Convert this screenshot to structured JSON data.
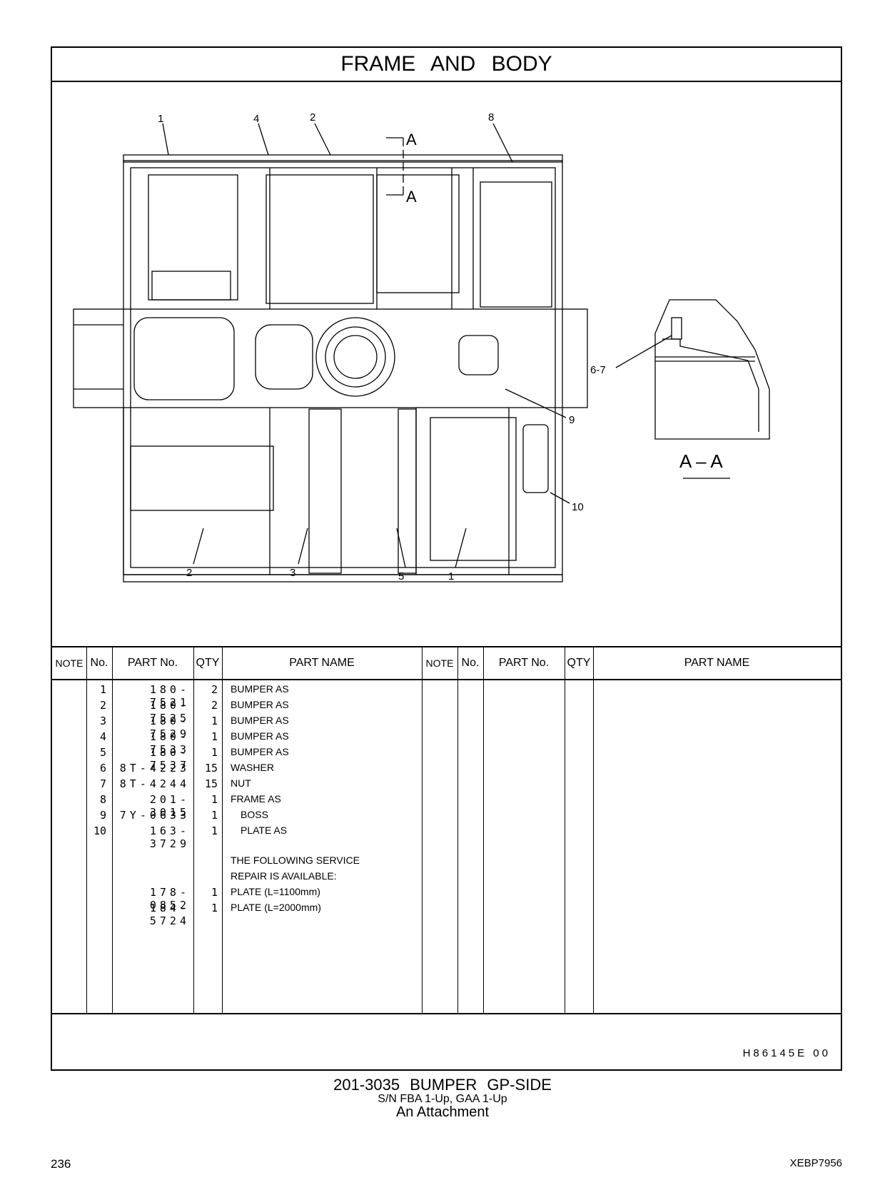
{
  "header": {
    "title": "FRAME AND BODY"
  },
  "diagram": {
    "callouts_top": [
      "1",
      "4",
      "2",
      "8"
    ],
    "section_marker": "A",
    "callouts_side": [
      "6-7",
      "9",
      "10"
    ],
    "callouts_bottom": [
      "2",
      "3",
      "5",
      "1"
    ],
    "section_label": "A – A"
  },
  "table": {
    "headers": {
      "note": "NOTE",
      "no": "No.",
      "part_no": "PART No.",
      "qty": "QTY",
      "part_name": "PART NAME"
    },
    "rows": [
      {
        "no": "1",
        "part_no": "180-7521",
        "qty": "2",
        "name": "BUMPER AS"
      },
      {
        "no": "2",
        "part_no": "180-7525",
        "qty": "2",
        "name": "BUMPER AS"
      },
      {
        "no": "3",
        "part_no": "180-7529",
        "qty": "1",
        "name": "BUMPER AS"
      },
      {
        "no": "4",
        "part_no": "180-7533",
        "qty": "1",
        "name": "BUMPER AS"
      },
      {
        "no": "5",
        "part_no": "180-7537",
        "qty": "1",
        "name": "BUMPER AS"
      },
      {
        "no": "6",
        "part_no": "8T-4223",
        "qty": "15",
        "name": "WASHER"
      },
      {
        "no": "7",
        "part_no": "8T-4244",
        "qty": "15",
        "name": "NUT"
      },
      {
        "no": "8",
        "part_no": "201-3015",
        "qty": "1",
        "name": "FRAME AS"
      },
      {
        "no": "9",
        "part_no": "7Y-0633",
        "qty": "1",
        "name": "BOSS"
      },
      {
        "no": "10",
        "part_no": "163-3729",
        "qty": "1",
        "name": "PLATE AS"
      }
    ],
    "service_note": [
      "THE FOLLOWING SERVICE",
      "REPAIR IS AVAILABLE:"
    ],
    "service_rows": [
      {
        "part_no": "178-0852",
        "qty": "1",
        "name": "PLATE (L=1100mm)"
      },
      {
        "part_no": "184-5724",
        "qty": "1",
        "name": "PLATE (L=2000mm)"
      }
    ]
  },
  "footer": {
    "code": "H86145E 00"
  },
  "caption": {
    "line1": "201-3035 BUMPER GP-SIDE",
    "line2": "S/N FBA 1-Up, GAA 1-Up",
    "line3": "An Attachment"
  },
  "page": {
    "number": "236",
    "doc_code": "XEBP7956"
  }
}
